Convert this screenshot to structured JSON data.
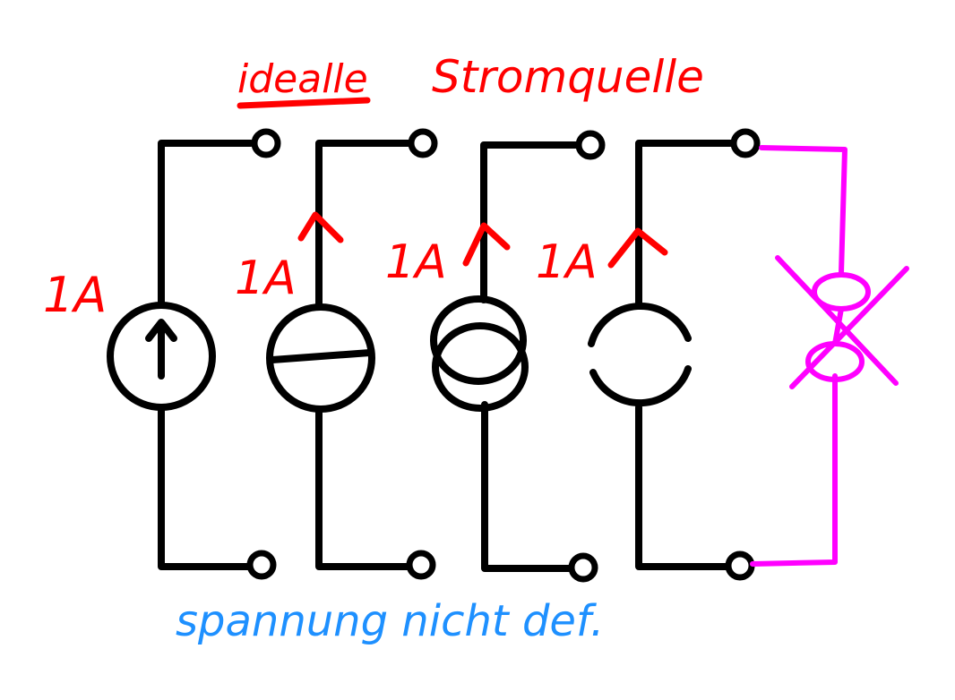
{
  "title": {
    "word1": "idealle",
    "word2": "Stromquelle"
  },
  "footer": {
    "note": "spannung nicht def."
  },
  "sources": [
    {
      "symbol": "circle-with-arrow",
      "current_label": "1A"
    },
    {
      "symbol": "circle-with-bar",
      "current_label": "1A"
    },
    {
      "symbol": "two-overlapping-circles",
      "current_label": "1A"
    },
    {
      "symbol": "split-circle",
      "current_label": "1A"
    }
  ],
  "colors": {
    "title": "#ff0000",
    "labels": "#ff0000",
    "circuit": "#000000",
    "crossed_out": "#ff00ff",
    "note": "#1e90ff"
  }
}
